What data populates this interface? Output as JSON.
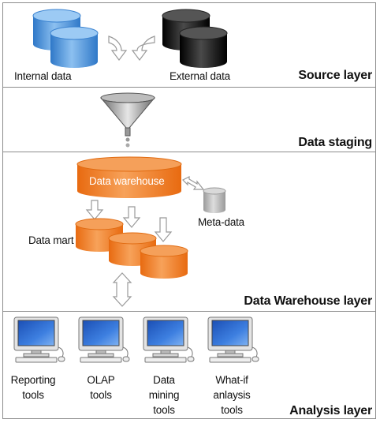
{
  "layers": {
    "source": "Source layer",
    "staging": "Data staging",
    "warehouse": "Data Warehouse layer",
    "analysis": "Analysis layer"
  },
  "source": {
    "internal_label": "Internal data",
    "external_label": "External data"
  },
  "warehouse": {
    "main_label": "Data warehouse",
    "meta_label": "Meta-data",
    "mart_label": "Data mart"
  },
  "tools": [
    {
      "label": "Reporting\ntools"
    },
    {
      "label": "OLAP\ntools"
    },
    {
      "label": "Data\nmining\ntools"
    },
    {
      "label": "What-if\nanlaysis\ntools"
    }
  ],
  "colors": {
    "internal_db": "#4a8fd6",
    "external_db": "#111111",
    "warehouse": "#f07a1c",
    "meta": "#b8b8b8"
  }
}
